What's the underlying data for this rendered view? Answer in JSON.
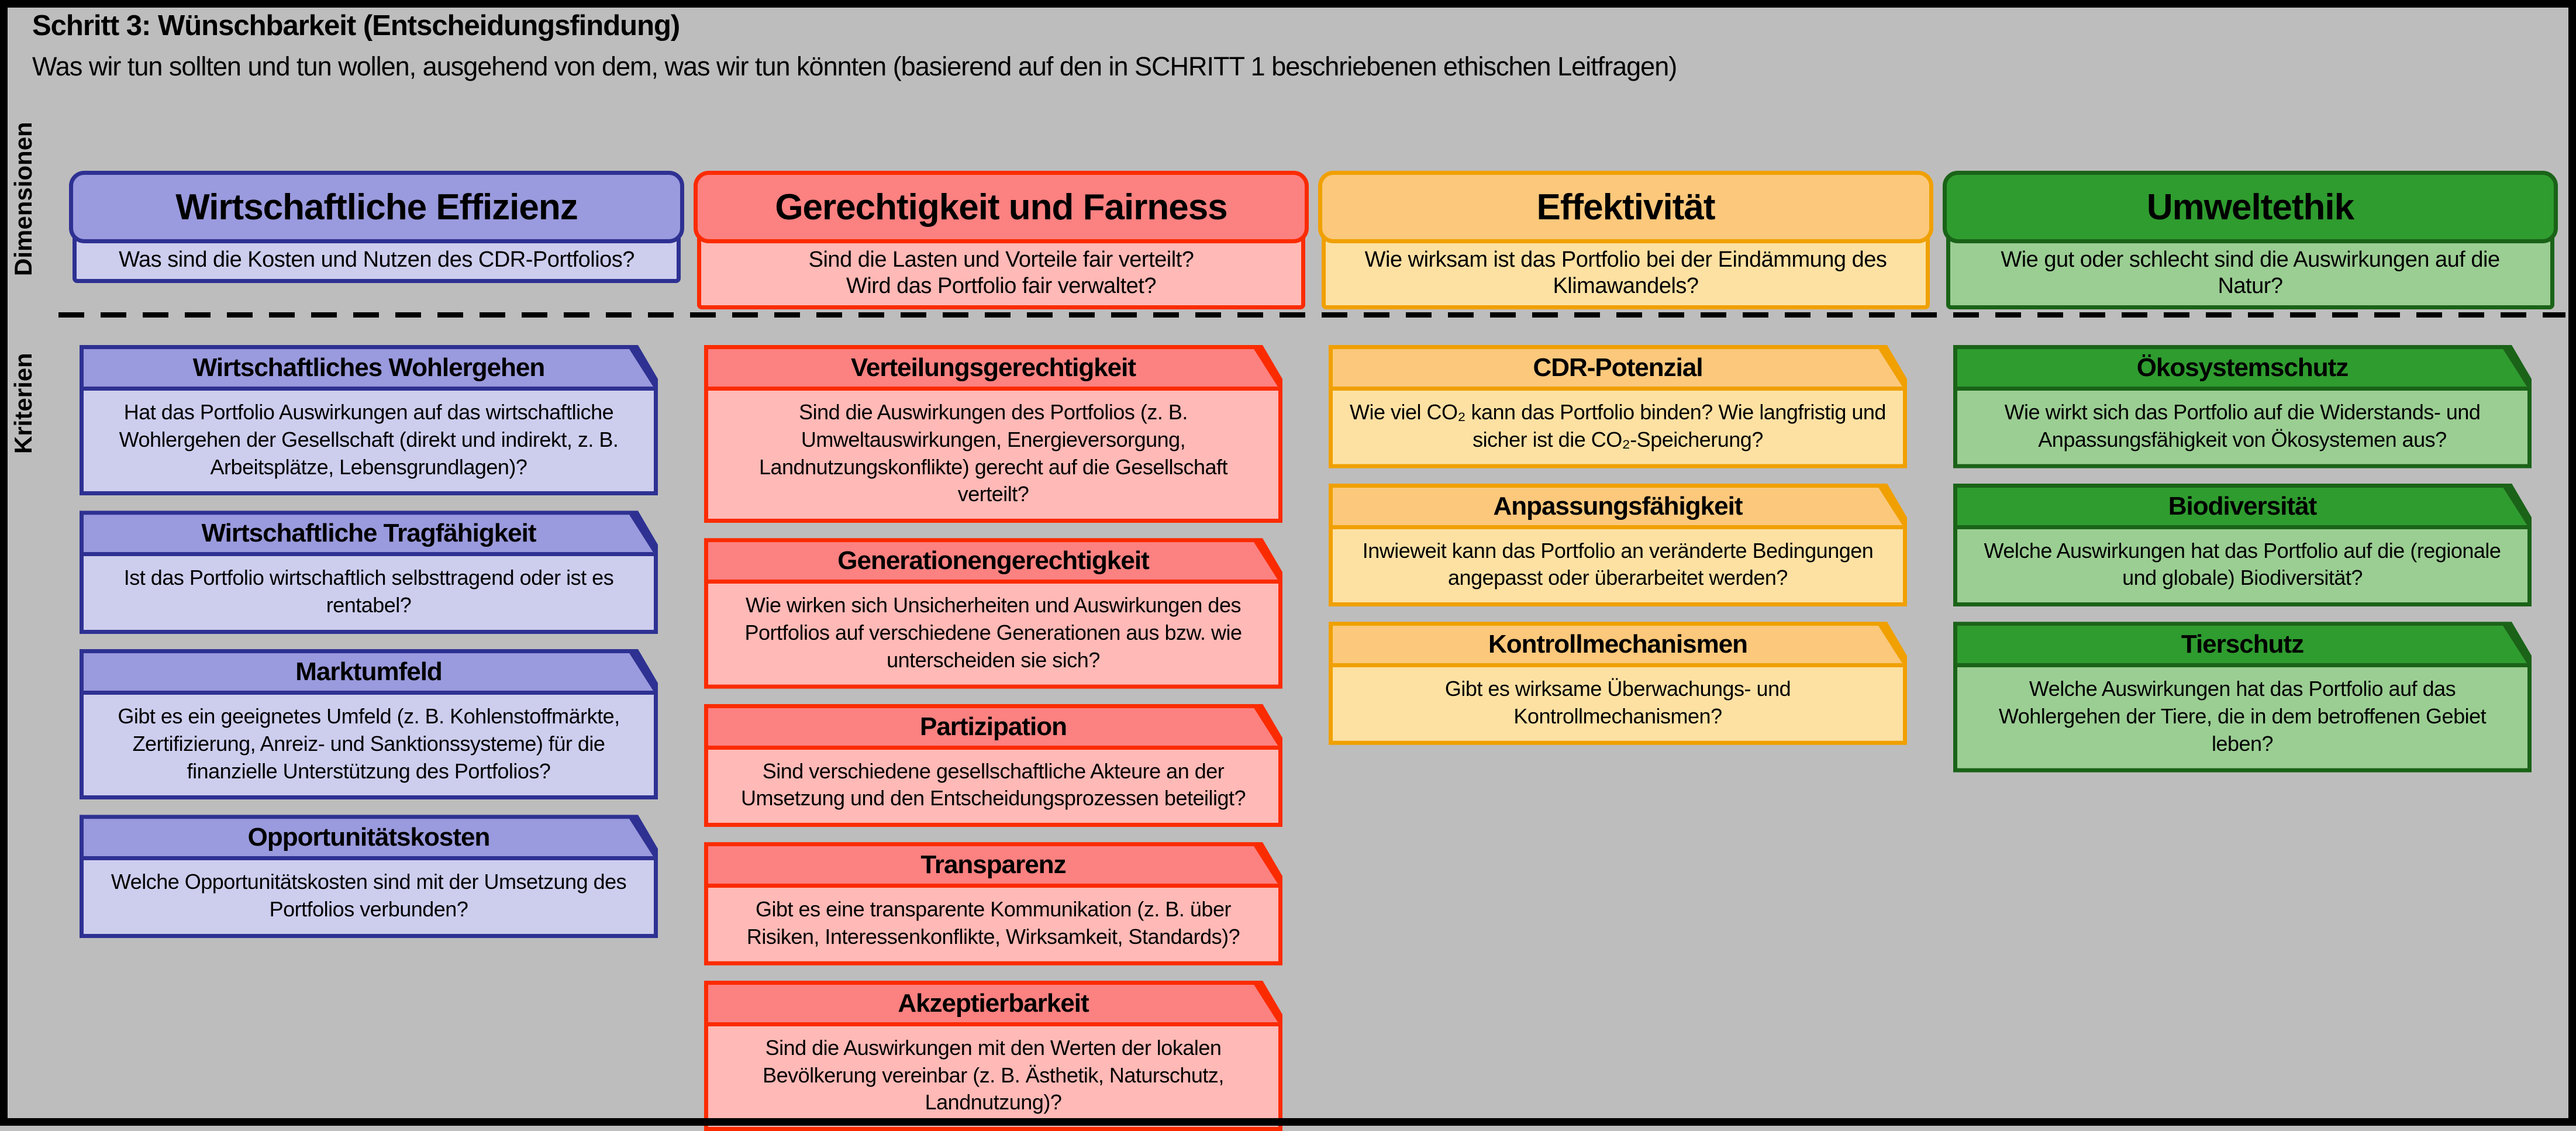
{
  "page": {
    "title": "Schritt 3: Wünschbarkeit (Entscheidungsfindung)",
    "subtitle": "Was wir tun sollten und tun wollen, ausgehend von dem, was wir tun könnten (basierend auf den in SCHRITT 1 beschriebenen ethischen Leitfragen)"
  },
  "row_labels": {
    "dimensions": "Dimensionen",
    "criteria": "Kriterien"
  },
  "colors": {
    "background": "#bdbdbd",
    "frame": "#000000",
    "economic": {
      "accent": "#2E3192",
      "header_fill": "#9A9ADE",
      "body_fill": "#CDCDEE"
    },
    "justice": {
      "accent": "#FB2B00",
      "header_fill": "#FC8181",
      "body_fill": "#FFB9B6"
    },
    "effectivenessture": {
      "accent": "#F0A000",
      "header_fill": "#FBC87C",
      "body_fill": "#FDE1A3"
    },
    "environment": {
      "accent": "#1A6318",
      "header_fill": "#2F9C2F",
      "body_fill": "#9BCE93"
    }
  },
  "columns": [
    {
      "id": "economic",
      "dimension": {
        "title": "Wirtschaftliche Effizienz",
        "question": "Was sind die Kosten und Nutzen des CDR-Portfolios?"
      },
      "criteria": [
        {
          "title": "Wirtschaftliches Wohlergehen",
          "question": "Hat das Portfolio Auswirkungen auf das wirtschaftliche Wohlergehen der Gesellschaft (direkt und indirekt, z. B. Arbeitsplätze, Lebensgrundlagen)?"
        },
        {
          "title": "Wirtschaftliche Tragfähigkeit",
          "question": "Ist das Portfolio wirtschaftlich selbsttragend oder ist es rentabel?"
        },
        {
          "title": "Marktumfeld",
          "question": "Gibt es ein geeignetes Umfeld (z. B. Kohlenstoffmärkte, Zertifizierung, Anreiz- und Sanktionssysteme) für die finanzielle Unterstützung des Portfolios?"
        },
        {
          "title": "Opportunitätskosten",
          "question": "Welche Opportunitätskosten sind mit der Umsetzung des Portfolios verbunden?"
        }
      ]
    },
    {
      "id": "justice",
      "dimension": {
        "title": "Gerechtigkeit und Fairness",
        "question": "Sind die Lasten und Vorteile fair verteilt?\nWird das Portfolio fair verwaltet?"
      },
      "criteria": [
        {
          "title": "Verteilungsgerechtigkeit",
          "question": "Sind die Auswirkungen des Portfolios (z. B. Umweltauswirkungen, Energieversorgung, Landnutzungskonflikte) gerecht auf die Gesellschaft verteilt?"
        },
        {
          "title": "Generationengerechtigkeit",
          "question": "Wie wirken sich Unsicherheiten und Auswirkungen des Portfolios auf verschiedene Generationen aus bzw. wie unterscheiden sie sich?"
        },
        {
          "title": "Partizipation",
          "question": "Sind verschiedene gesellschaftliche Akteure an der Umsetzung und den Entscheidungsprozessen beteiligt?"
        },
        {
          "title": "Transparenz",
          "question": "Gibt es eine transparente Kommunikation (z. B. über Risiken, Interessenkonflikte, Wirksamkeit, Standards)?"
        },
        {
          "title": "Akzeptierbarkeit",
          "question": "Sind die Auswirkungen mit den Werten der lokalen Bevölkerung vereinbar (z. B. Ästhetik, Naturschutz, Landnutzung)?"
        }
      ]
    },
    {
      "id": "effectiveness",
      "dimension": {
        "title": "Effektivität",
        "question": "Wie wirksam ist das Portfolio bei der Eindämmung des Klimawandels?"
      },
      "criteria": [
        {
          "title": "CDR-Potenzial",
          "question": "Wie viel CO₂ kann das Portfolio binden? Wie langfristig und sicher ist die CO₂-Speicherung?"
        },
        {
          "title": "Anpassungsfähigkeit",
          "question": "Inwieweit kann das Portfolio an veränderte Bedingungen angepasst oder überarbeitet werden?"
        },
        {
          "title": "Kontrollmechanismen",
          "question": "Gibt es wirksame Überwachungs- und Kontrollmechanismen?"
        }
      ]
    },
    {
      "id": "environment",
      "dimension": {
        "title": "Umweltethik",
        "question": "Wie gut oder schlecht sind die Auswirkungen auf die Natur?"
      },
      "criteria": [
        {
          "title": "Ökosystemschutz",
          "question": "Wie wirkt sich das Portfolio auf die Widerstands- und Anpassungsfähigkeit von Ökosystemen aus?"
        },
        {
          "title": "Biodiversität",
          "question": "Welche Auswirkungen hat das Portfolio auf die (regionale und globale) Biodiversität?"
        },
        {
          "title": "Tierschutz",
          "question": "Welche Auswirkungen hat das Portfolio auf das Wohlergehen der Tiere, die in dem betroffenen Gebiet leben?"
        }
      ]
    }
  ]
}
